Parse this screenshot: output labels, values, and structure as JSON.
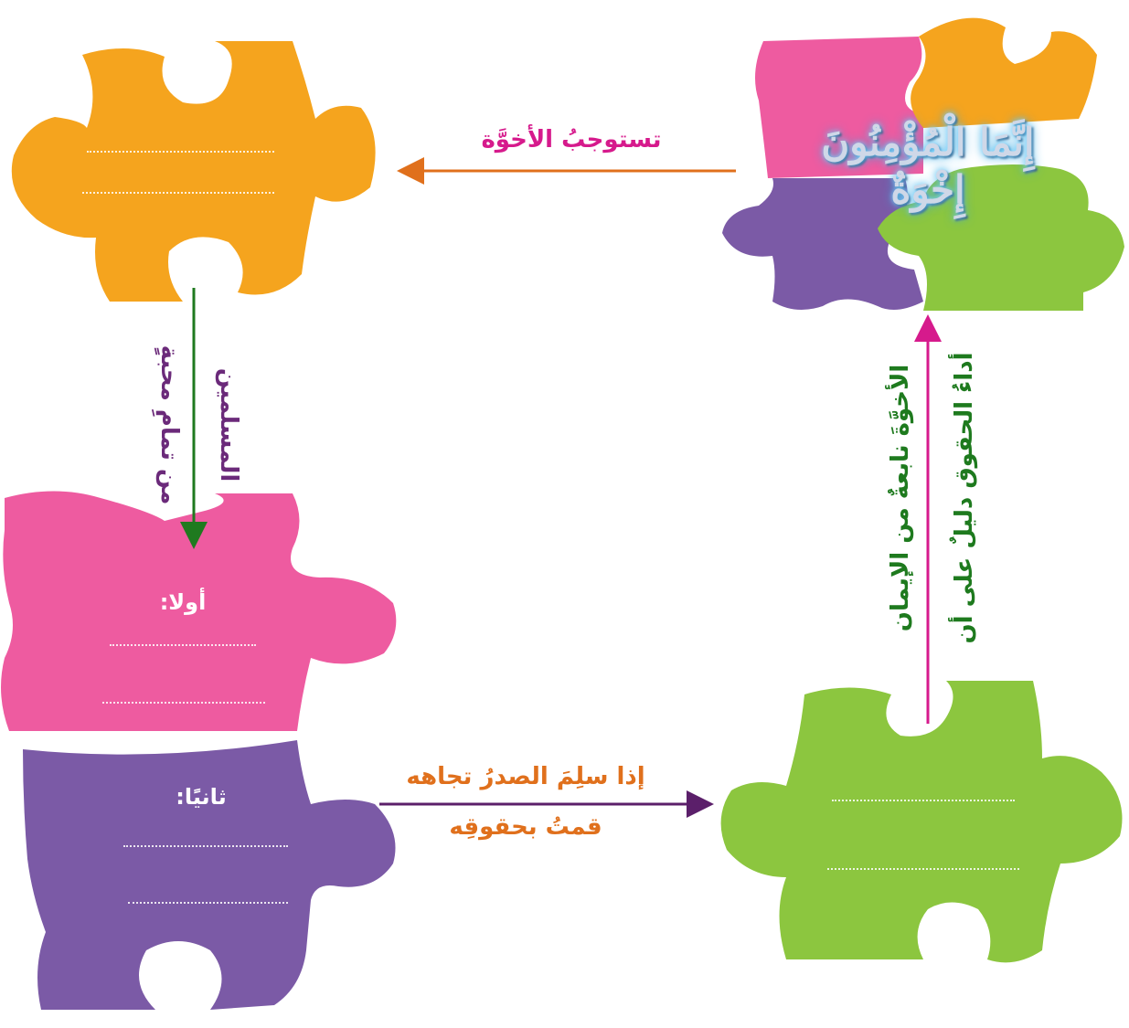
{
  "colors": {
    "orange": "#F5A41E",
    "pink": "#EE5BA0",
    "purple": "#7B5AA6",
    "green": "#8CC63F",
    "arrow_orange": "#E0701C",
    "arrow_green": "#1F7A1F",
    "arrow_purple": "#5B1F6A",
    "arrow_pink": "#D61A8C",
    "text_pink": "#D61A8C",
    "text_purple": "#6B2A7A",
    "text_green": "#1E7A1E",
    "text_orange": "#E0701C"
  },
  "title": {
    "line1": "إِنَّمَا الْمُؤْمِنُونَ",
    "line2": "إِخْوَةٌ"
  },
  "arrow_labels": {
    "top": "تستوجبُ الأخوَّة",
    "left_line1": "من تمامِ محبةٍ",
    "left_line2": "المسلمين",
    "bottom_line1": "إذا سلِمَ الصدرُ تجاهه",
    "bottom_line2": "قمتُ بحقوقِه",
    "right_line1": "أداءُ الحقوق دليلٌ على أن",
    "right_line2": "الأخوَّةَ نابعةٌ من الإيمان"
  },
  "pieces": {
    "pink_label": "أولا:",
    "purple_label": "ثانيًا:"
  }
}
